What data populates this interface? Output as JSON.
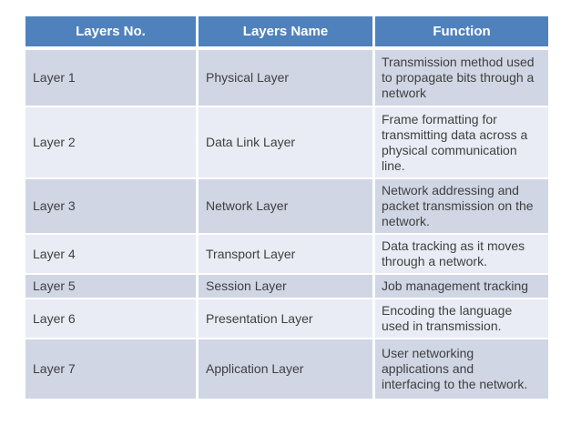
{
  "colors": {
    "header_bg": "#4F81BD",
    "header_text": "#FFFFFF",
    "band_dark": "#D0D6E4",
    "band_light": "#E9ECF4",
    "cell_border": "#FFFFFF",
    "body_text": "#3F3F3F",
    "page_bg": "#FFFFFF"
  },
  "table": {
    "columns": [
      "Layers No.",
      "Layers Name",
      "Function"
    ],
    "rows": [
      {
        "no": "Layer 1",
        "name": "Physical Layer",
        "function": "Transmission method used\nto propagate bits through a\nnetwork"
      },
      {
        "no": "Layer 2",
        "name": "Data Link Layer",
        "function": "Frame formatting for\ntransmitting data across a\nphysical communication\nline."
      },
      {
        "no": "Layer 3",
        "name": "Network Layer",
        "function": "Network addressing and\npacket transmission on the\nnetwork."
      },
      {
        "no": "Layer 4",
        "name": "Transport Layer",
        "function": "Data tracking as it moves\nthrough a network."
      },
      {
        "no": "Layer 5",
        "name": "Session Layer",
        "function": "Job management tracking"
      },
      {
        "no": "Layer 6",
        "name": "Presentation Layer",
        "function": "Encoding the language\nused in transmission."
      },
      {
        "no": "Layer 7",
        "name": "Application Layer",
        "function": "User networking\napplications and\ninterfacing to the network."
      }
    ]
  },
  "chart_data": {
    "type": "table",
    "title": "",
    "columns": [
      "Layers No.",
      "Layers Name",
      "Function"
    ],
    "rows": [
      [
        "Layer 1",
        "Physical Layer",
        "Transmission method used to propagate bits through a network"
      ],
      [
        "Layer 2",
        "Data Link Layer",
        "Frame formatting for transmitting data across a physical communication line."
      ],
      [
        "Layer 3",
        "Network Layer",
        "Network addressing and packet transmission on the network."
      ],
      [
        "Layer 4",
        "Transport Layer",
        "Data tracking as it moves through a network."
      ],
      [
        "Layer 5",
        "Session Layer",
        "Job management tracking"
      ],
      [
        "Layer 6",
        "Presentation Layer",
        "Encoding the language used in transmission."
      ],
      [
        "Layer 7",
        "Application Layer",
        "User networking applications and interfacing to the network."
      ]
    ]
  }
}
